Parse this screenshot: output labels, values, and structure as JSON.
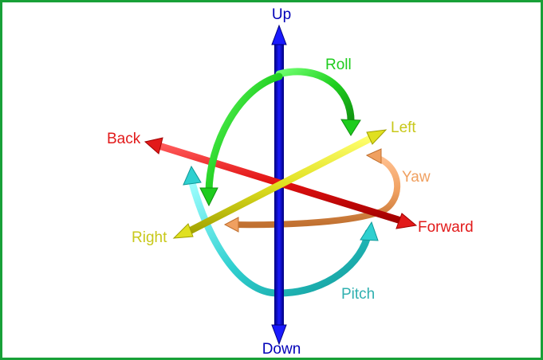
{
  "diagram": {
    "labels": {
      "up": "Up",
      "down": "Down",
      "back": "Back",
      "forward": "Forward",
      "left": "Left",
      "right": "Right",
      "roll": "Roll",
      "yaw": "Yaw",
      "pitch": "Pitch"
    },
    "colors": {
      "frame": "#18a038",
      "vertical_axis": "#0000b8",
      "forward_back_axis": "#e21a1a",
      "left_right_axis": "#d8d81a",
      "roll": "#1ecc1e",
      "yaw": "#f0a060",
      "pitch": "#2ed0d0",
      "pitch_label": "#30b0b0"
    }
  }
}
